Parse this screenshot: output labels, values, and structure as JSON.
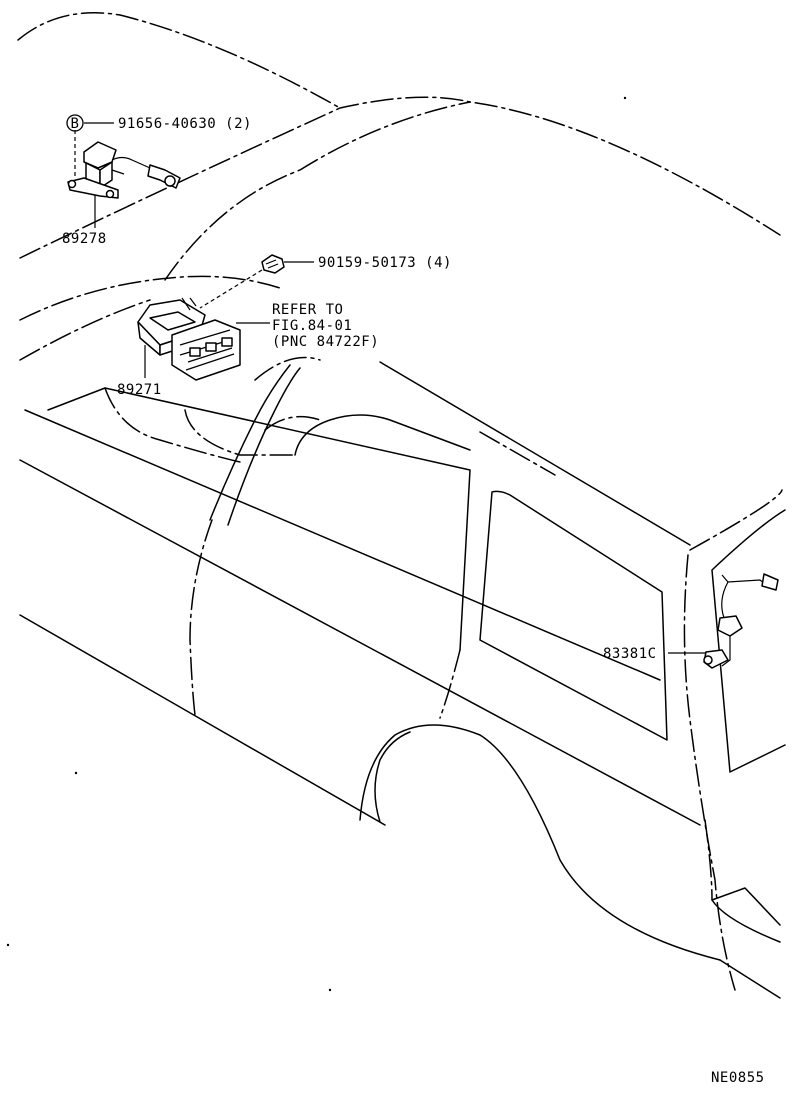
{
  "callouts": {
    "bolt_symbol": "B",
    "bolt_part": "91656-40630 (2)",
    "sensor_front": "89278",
    "screw_part": "90159-50173 (4)",
    "refer_line1": "REFER TO",
    "refer_line2": "FIG.84-01",
    "refer_line3": "(PNC 84722F)",
    "computer_part": "89271",
    "rear_sensor": "83381C"
  },
  "figure_code": "NE0855"
}
